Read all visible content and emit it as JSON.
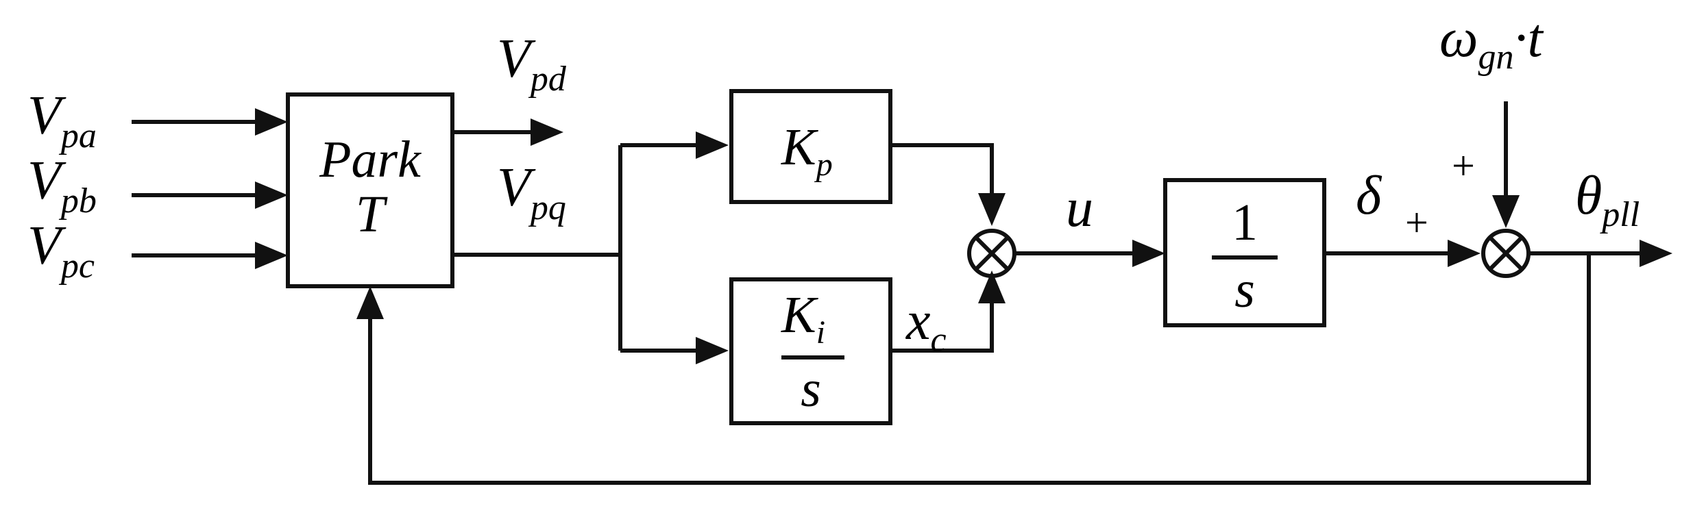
{
  "colors": {
    "stroke": "#111111",
    "background": "#ffffff"
  },
  "inputs": {
    "va": {
      "base": "V",
      "sub": "pa"
    },
    "vb": {
      "base": "V",
      "sub": "pb"
    },
    "vc": {
      "base": "V",
      "sub": "pc"
    }
  },
  "park_block": {
    "line1": "Park",
    "line2": "T"
  },
  "outputs": {
    "vd": {
      "base": "V",
      "sub": "pd"
    },
    "vq": {
      "base": "V",
      "sub": "pq"
    }
  },
  "kp_block": {
    "base": "K",
    "sub": "p"
  },
  "ki_block": {
    "num_base": "K",
    "num_sub": "i",
    "den": "s"
  },
  "integrator_block": {
    "num": "1",
    "den": "s"
  },
  "signals": {
    "xc": {
      "base": "x",
      "sub": "c"
    },
    "u": "u",
    "delta": "δ",
    "omega": {
      "base": "ω",
      "sub": "gn",
      "suffix": "·t"
    },
    "theta": {
      "base": "θ",
      "sub": "pll"
    }
  },
  "signs": {
    "delta_plus": "+",
    "omega_plus": "+"
  }
}
